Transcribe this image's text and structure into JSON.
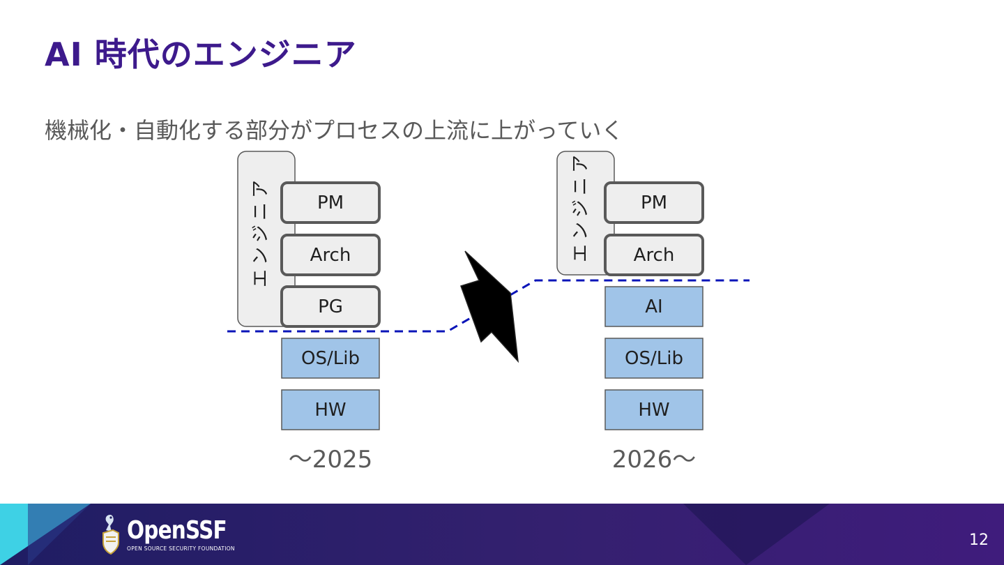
{
  "slide": {
    "title": "AI 時代のエンジニア",
    "subtitle": "機械化・自動化する部分がプロセスの上流に上がっていく"
  },
  "diagram": {
    "before": {
      "engineer_label": "エンジニア",
      "engineer_layers": [
        "PM",
        "Arch",
        "PG"
      ],
      "machine_layers": [
        "OS/Lib",
        "HW"
      ],
      "period": "〜2025"
    },
    "after": {
      "engineer_label": "エンジニア",
      "engineer_layers": [
        "PM",
        "Arch"
      ],
      "machine_layers": [
        "AI",
        "OS/Lib",
        "HW"
      ],
      "period": "2026〜"
    }
  },
  "footer": {
    "logo_name": "OpenSSF",
    "logo_tagline": "OPEN SOURCE SECURITY FOUNDATION",
    "page_number": "12"
  },
  "colors": {
    "title": "#3d1a8c",
    "subtitle": "#595959",
    "engineer_box_fill": "#eeeeee",
    "engineer_box_stroke": "#595959",
    "machine_box_fill": "#a0c4e8",
    "boundary_line": "#0a14b8"
  }
}
